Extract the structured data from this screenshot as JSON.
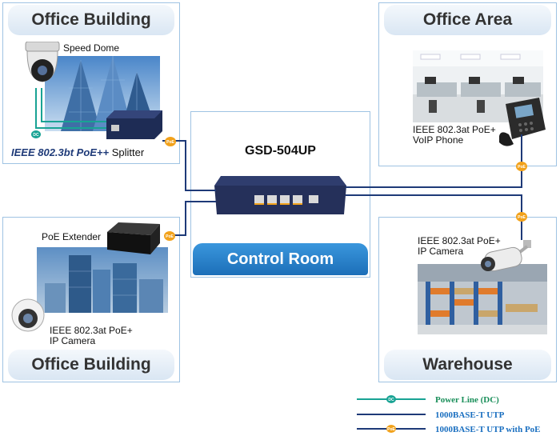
{
  "panels": {
    "office_building_top": {
      "title": "Office Building"
    },
    "office_area": {
      "title": "Office Area"
    },
    "office_building_bottom": {
      "title": "Office Building"
    },
    "warehouse": {
      "title": "Warehouse"
    },
    "control_room": {
      "title": "Control Room",
      "switch_model": "GSD-504UP"
    }
  },
  "devices": {
    "speed_dome": "Speed Dome",
    "splitter_emph": "IEEE 802.3bt PoE++",
    "splitter_rest": " Splitter",
    "voip_line1": "IEEE 802.3at PoE+",
    "voip_line2": "VoIP Phone",
    "extender": "PoE Extender",
    "cam_left_line1": "IEEE 802.3at PoE+",
    "cam_left_line2": "IP Camera",
    "cam_right_line1": "IEEE 802.3at PoE+",
    "cam_right_line2": "IP Camera"
  },
  "badges": {
    "poe": "PoE",
    "dc": "DC"
  },
  "legend": [
    {
      "label": "Power Line (DC)",
      "color": "#1a8f5a"
    },
    {
      "label": "1000BASE-T UTP",
      "color": "#1a6fc0"
    },
    {
      "label": "1000BASE-T UTP with PoE",
      "color": "#1a6fc0"
    }
  ],
  "colors": {
    "utp": "#1e3a78",
    "dc_line": "#19a394",
    "poe_badge": "#f2a21b"
  }
}
